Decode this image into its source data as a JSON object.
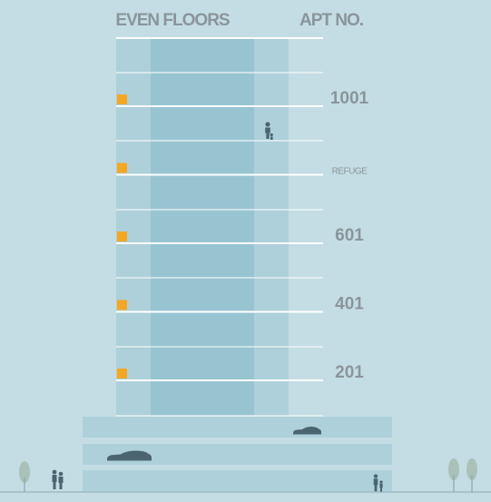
{
  "header": {
    "left_title": "EVEN FLOORS",
    "right_title": "APT NO."
  },
  "floors": [
    {
      "label": "1001",
      "kind": "apartment"
    },
    {
      "label": "REFUGE",
      "kind": "refuge"
    },
    {
      "label": "601",
      "kind": "apartment"
    },
    {
      "label": "401",
      "kind": "apartment"
    },
    {
      "label": "201",
      "kind": "apartment"
    }
  ],
  "colors": {
    "background": "#c4dde4",
    "tower_outer": "#aed0da",
    "tower_core": "#98c4d2",
    "podium": "#aed0da",
    "floor_line": "#ffffff",
    "marker": "#f5a623",
    "text": "#8a959b",
    "figure": "#4a6470",
    "tree": "#a9c1b8"
  },
  "icons": {
    "marker": "orange-square-marker",
    "person": "person-icon",
    "car": "car-icon",
    "tree": "tree-icon"
  }
}
